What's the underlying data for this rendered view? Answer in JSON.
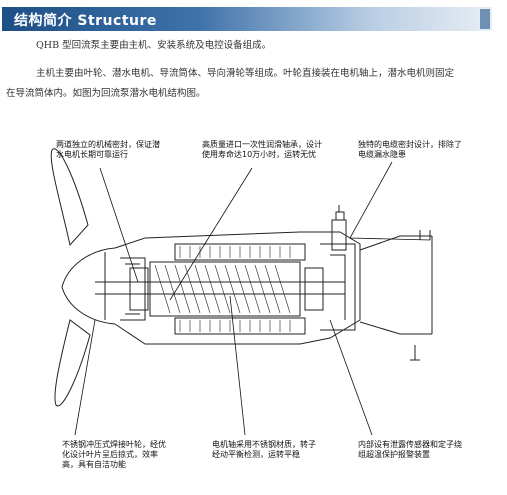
{
  "header": {
    "title": "结构简介  Structure"
  },
  "intro": {
    "p1": "QHB 型回流泵主要由主机、安装系统及电控设备组成。",
    "p2_line1": "主机主要由叶轮、潜水电机、导流筒体、导向滑轮等组成。叶轮直接装在电机轴上，潜水电机则固定",
    "p2_line2": "在导流筒体内。如图为回流泵潜水电机结构图。"
  },
  "callouts": {
    "top_left": [
      "两道独立的机械密封，保证潜",
      "水电机长期可靠运行"
    ],
    "top_middle": [
      "高质量进口一次性润滑轴承，设计",
      "使用寿命达10万小时，运转无忧"
    ],
    "top_right": [
      "独特的电缆密封设计，排除了",
      "电缆漏水隐患"
    ],
    "bottom_left": [
      "不锈钢冲压式焊接叶轮，经优",
      "化设计叶片呈后掠式，效率",
      "高，具有自洁功能"
    ],
    "bottom_middle": [
      "电机轴采用不锈钢材质，转子",
      "经动平衡检测，运转平稳"
    ],
    "bottom_right": [
      "内部设有泄露传感器和定子绕",
      "组超温保护报警装置"
    ]
  }
}
